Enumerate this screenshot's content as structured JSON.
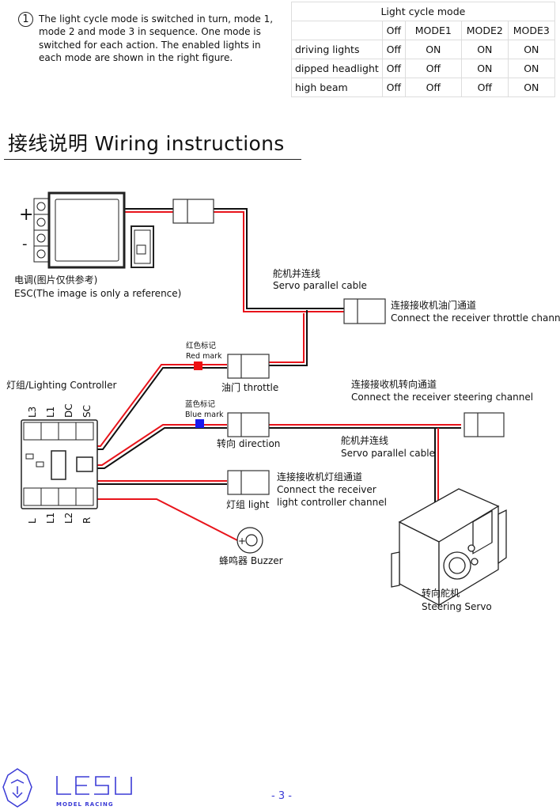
{
  "note": {
    "number": "1",
    "text": "The light cycle mode is switched in turn, mode 1, mode 2 and mode 3 in sequence. One mode is switched for each action. The enabled lights in each mode are shown in the right figure."
  },
  "table": {
    "title": "Light cycle mode",
    "columns": [
      "",
      "Off",
      "MODE1",
      "MODE2",
      "MODE3"
    ],
    "rows": [
      [
        "driving lights",
        "Off",
        "ON",
        "ON",
        "ON"
      ],
      [
        "dipped headlight",
        "Off",
        "Off",
        "ON",
        "ON"
      ],
      [
        "high beam",
        "Off",
        "Off",
        "Off",
        "ON"
      ]
    ]
  },
  "section_title": "接线说明  Wiring instructions",
  "diagram": {
    "wire_colors": {
      "positive": "#e8141b",
      "negative": "#111111",
      "signal": "#ffffff"
    },
    "mark_colors": {
      "red": "#ee1111",
      "blue": "#1a1aee"
    },
    "esc": {
      "plus": "+",
      "minus": "-",
      "label_cn": "电调(图片仅供参考)",
      "label_en": "ESC(The image is only a reference)"
    },
    "servo_parallel_1": {
      "cn": "舵机并连线",
      "en": "Servo parallel cable"
    },
    "throttle_channel": {
      "cn": "连接接收机油门通道",
      "en": "Connect the receiver throttle channel"
    },
    "red_mark": {
      "cn": "红色标记",
      "en": "Red mark"
    },
    "throttle": "油门 throttle",
    "lighting_controller": "灯组/Lighting Controller",
    "controller_top_pins": [
      "L3",
      "L1",
      "DC",
      "SC"
    ],
    "controller_bottom_pins": [
      "L",
      "L1",
      "L2",
      "R"
    ],
    "steering_channel": {
      "cn": "连接接收机转向通道",
      "en": "Connect the receiver steering channel"
    },
    "blue_mark": {
      "cn": "蓝色标记",
      "en": "Blue mark"
    },
    "direction": "转向 direction",
    "servo_parallel_2": {
      "cn": "舵机并连线",
      "en": "Servo parallel cable"
    },
    "light_channel": {
      "cn": "连接接收机灯组通道",
      "en1": "Connect the receiver",
      "en2": "light controller channel"
    },
    "light": "灯组 light",
    "buzzer": "蜂鸣器 Buzzer",
    "buzzer_plus": "+",
    "steering_servo": {
      "cn": "转向舵机",
      "en": "Steering Servo"
    }
  },
  "footer": {
    "logo": "LESU",
    "logo_sub": "MODEL RACING",
    "page": "- 3 -",
    "brand_color": "#3b3bd6"
  }
}
